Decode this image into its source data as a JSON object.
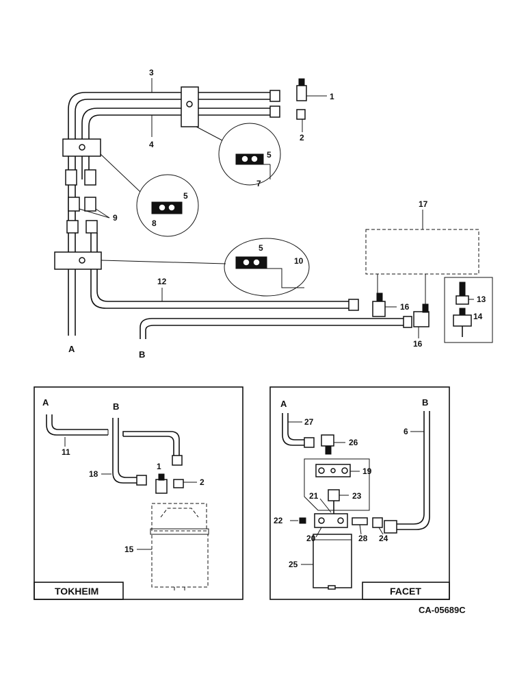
{
  "drawing_id": "CA-05689C",
  "panels": {
    "left": {
      "label": "TOKHEIM"
    },
    "right": {
      "label": "FACET"
    }
  },
  "line_ends": {
    "a": "A",
    "b": "B"
  },
  "callouts": {
    "c1": "1",
    "c2": "2",
    "c3": "3",
    "c4": "4",
    "c5": "5",
    "c6": "6",
    "c7": "7",
    "c8": "8",
    "c9": "9",
    "c10": "10",
    "c11": "11",
    "c12": "12",
    "c13": "13",
    "c14": "14",
    "c15": "15",
    "c16": "16",
    "c17": "17",
    "c18": "18",
    "c19": "19",
    "c20": "20",
    "c21": "21",
    "c22": "22",
    "c23": "23",
    "c24": "24",
    "c25": "25",
    "c26": "26",
    "c27": "27",
    "c28": "28"
  }
}
